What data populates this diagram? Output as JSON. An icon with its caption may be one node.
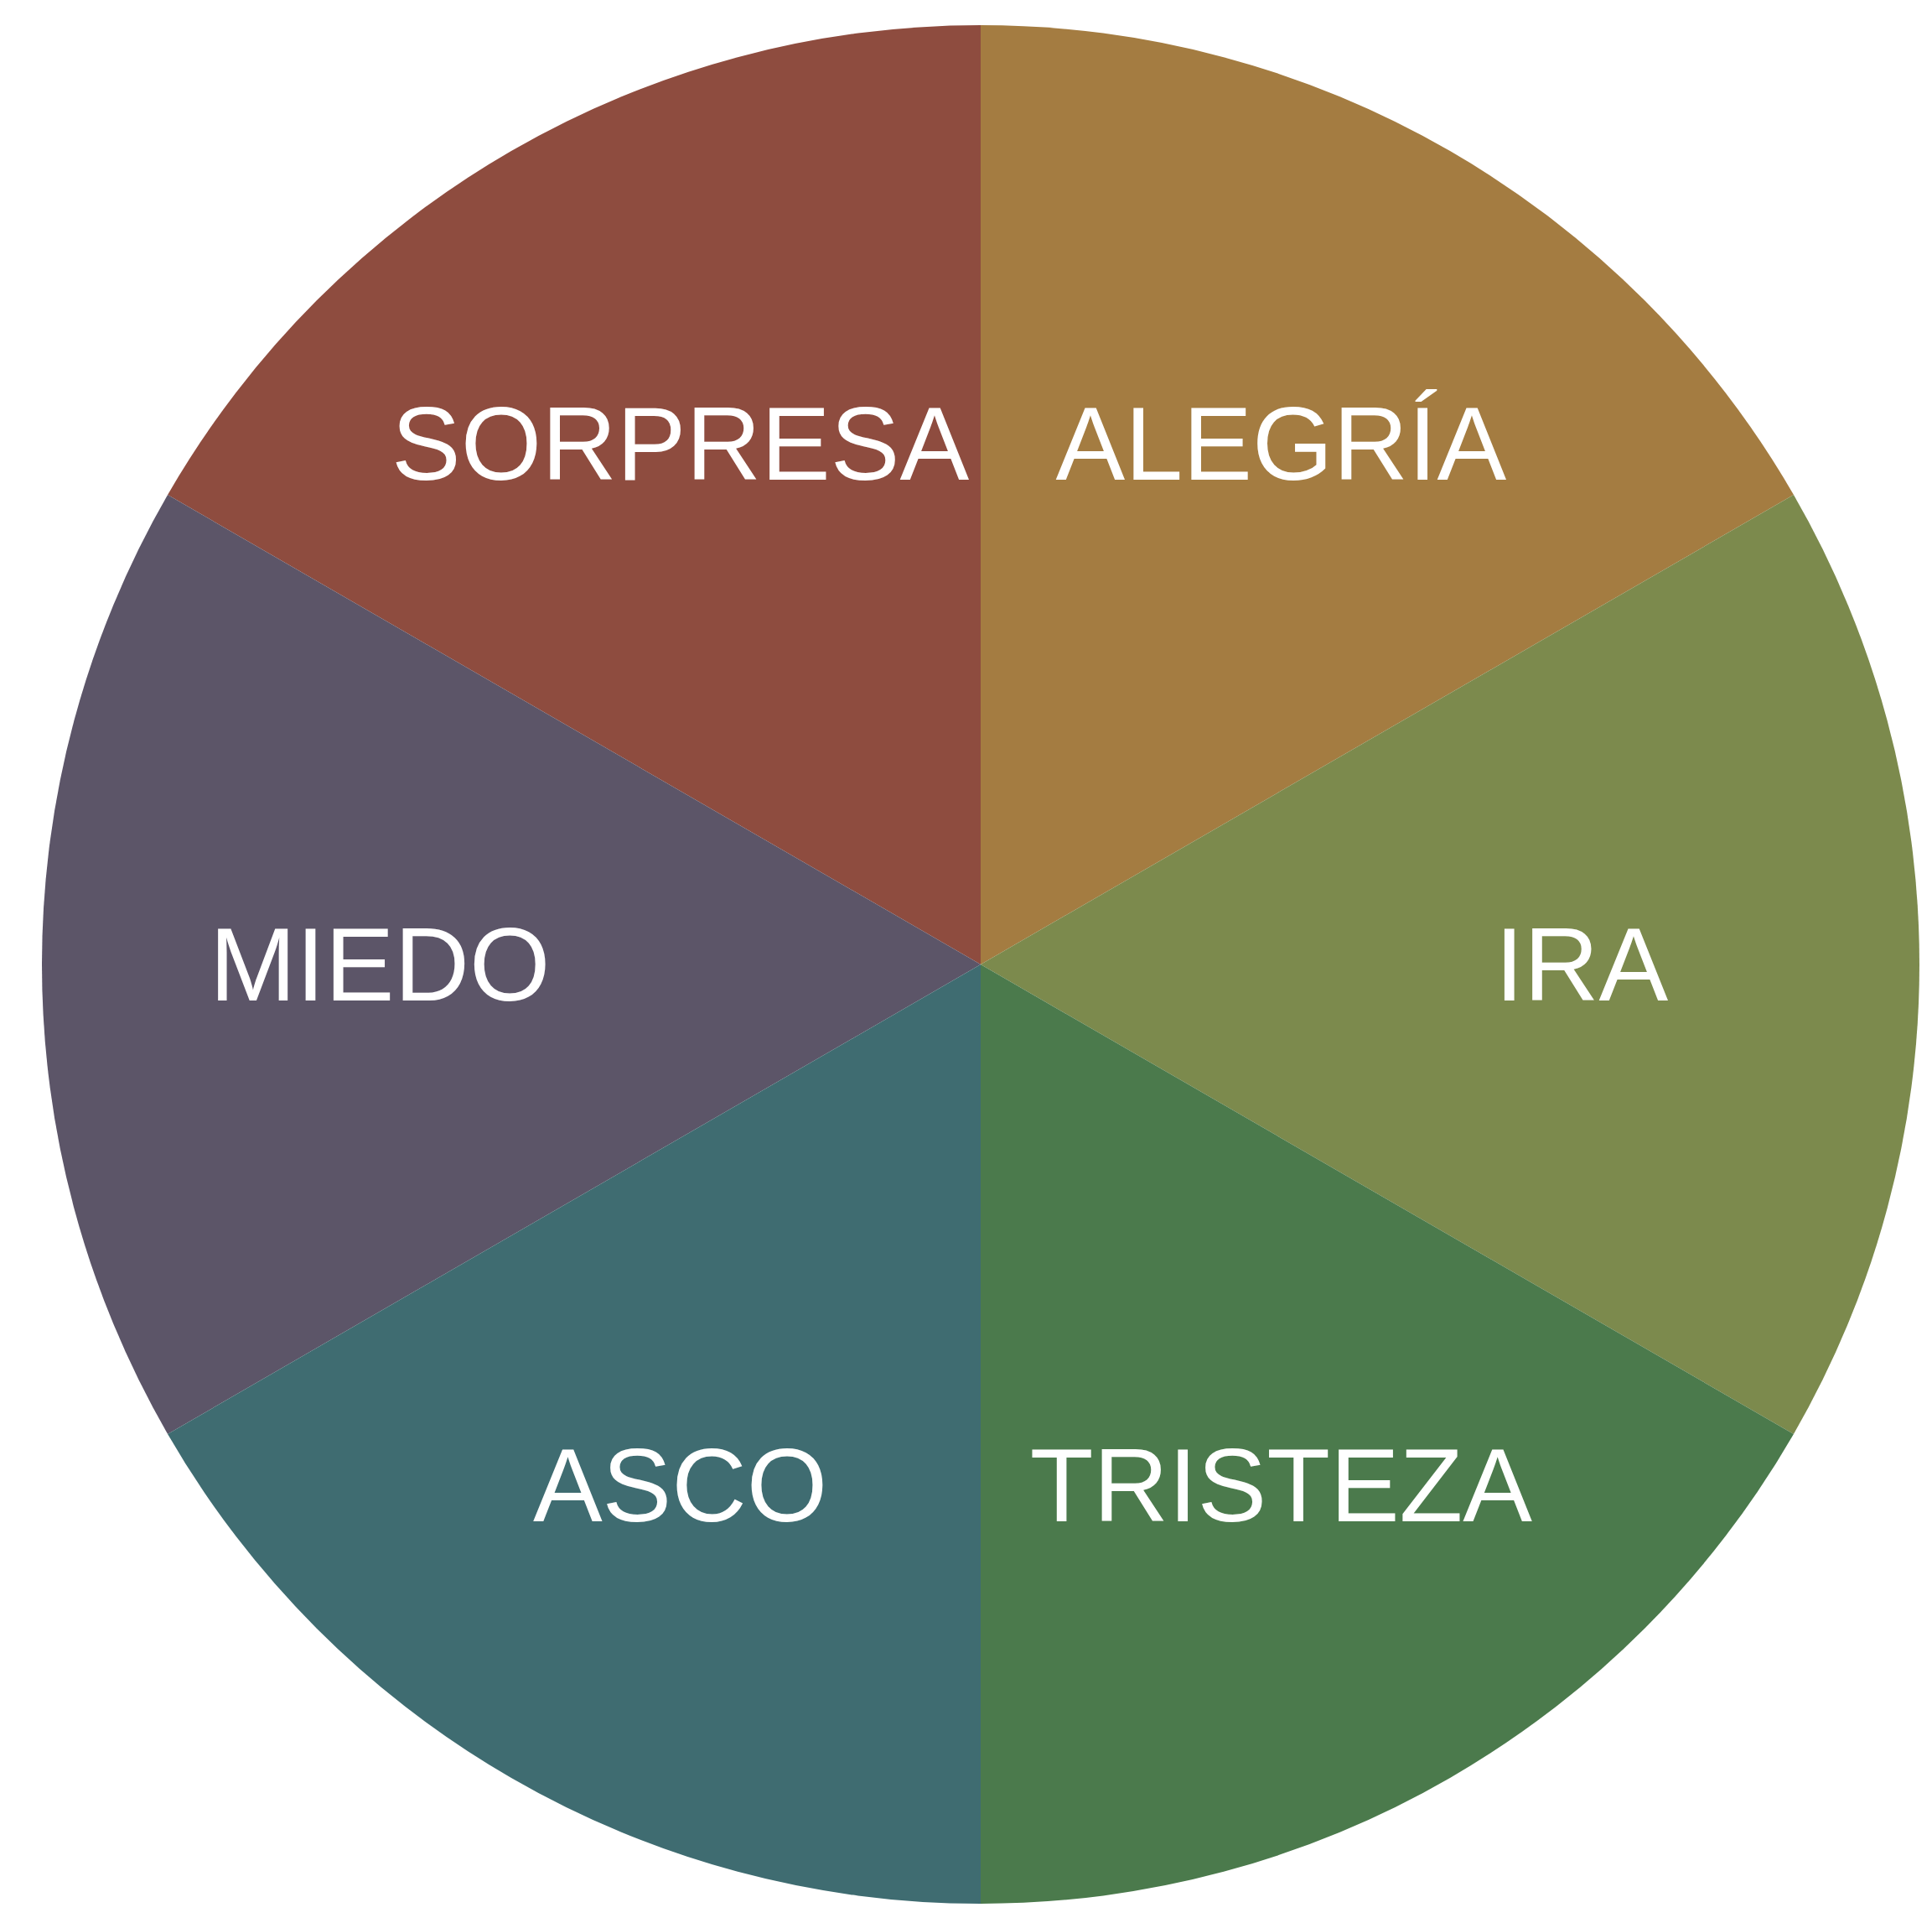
{
  "diagram": {
    "nodes": [
      {
        "text": [
          "SORPRESA"
        ]
      },
      {
        "text": [
          "ALEGRÍA"
        ]
      },
      {
        "text": [
          "MIEDO"
        ]
      },
      {
        "text": [
          "IRA"
        ]
      },
      {
        "text": [
          "ASCO"
        ]
      },
      {
        "text": [
          "TRISTEZA"
        ]
      }
    ]
  }
}
